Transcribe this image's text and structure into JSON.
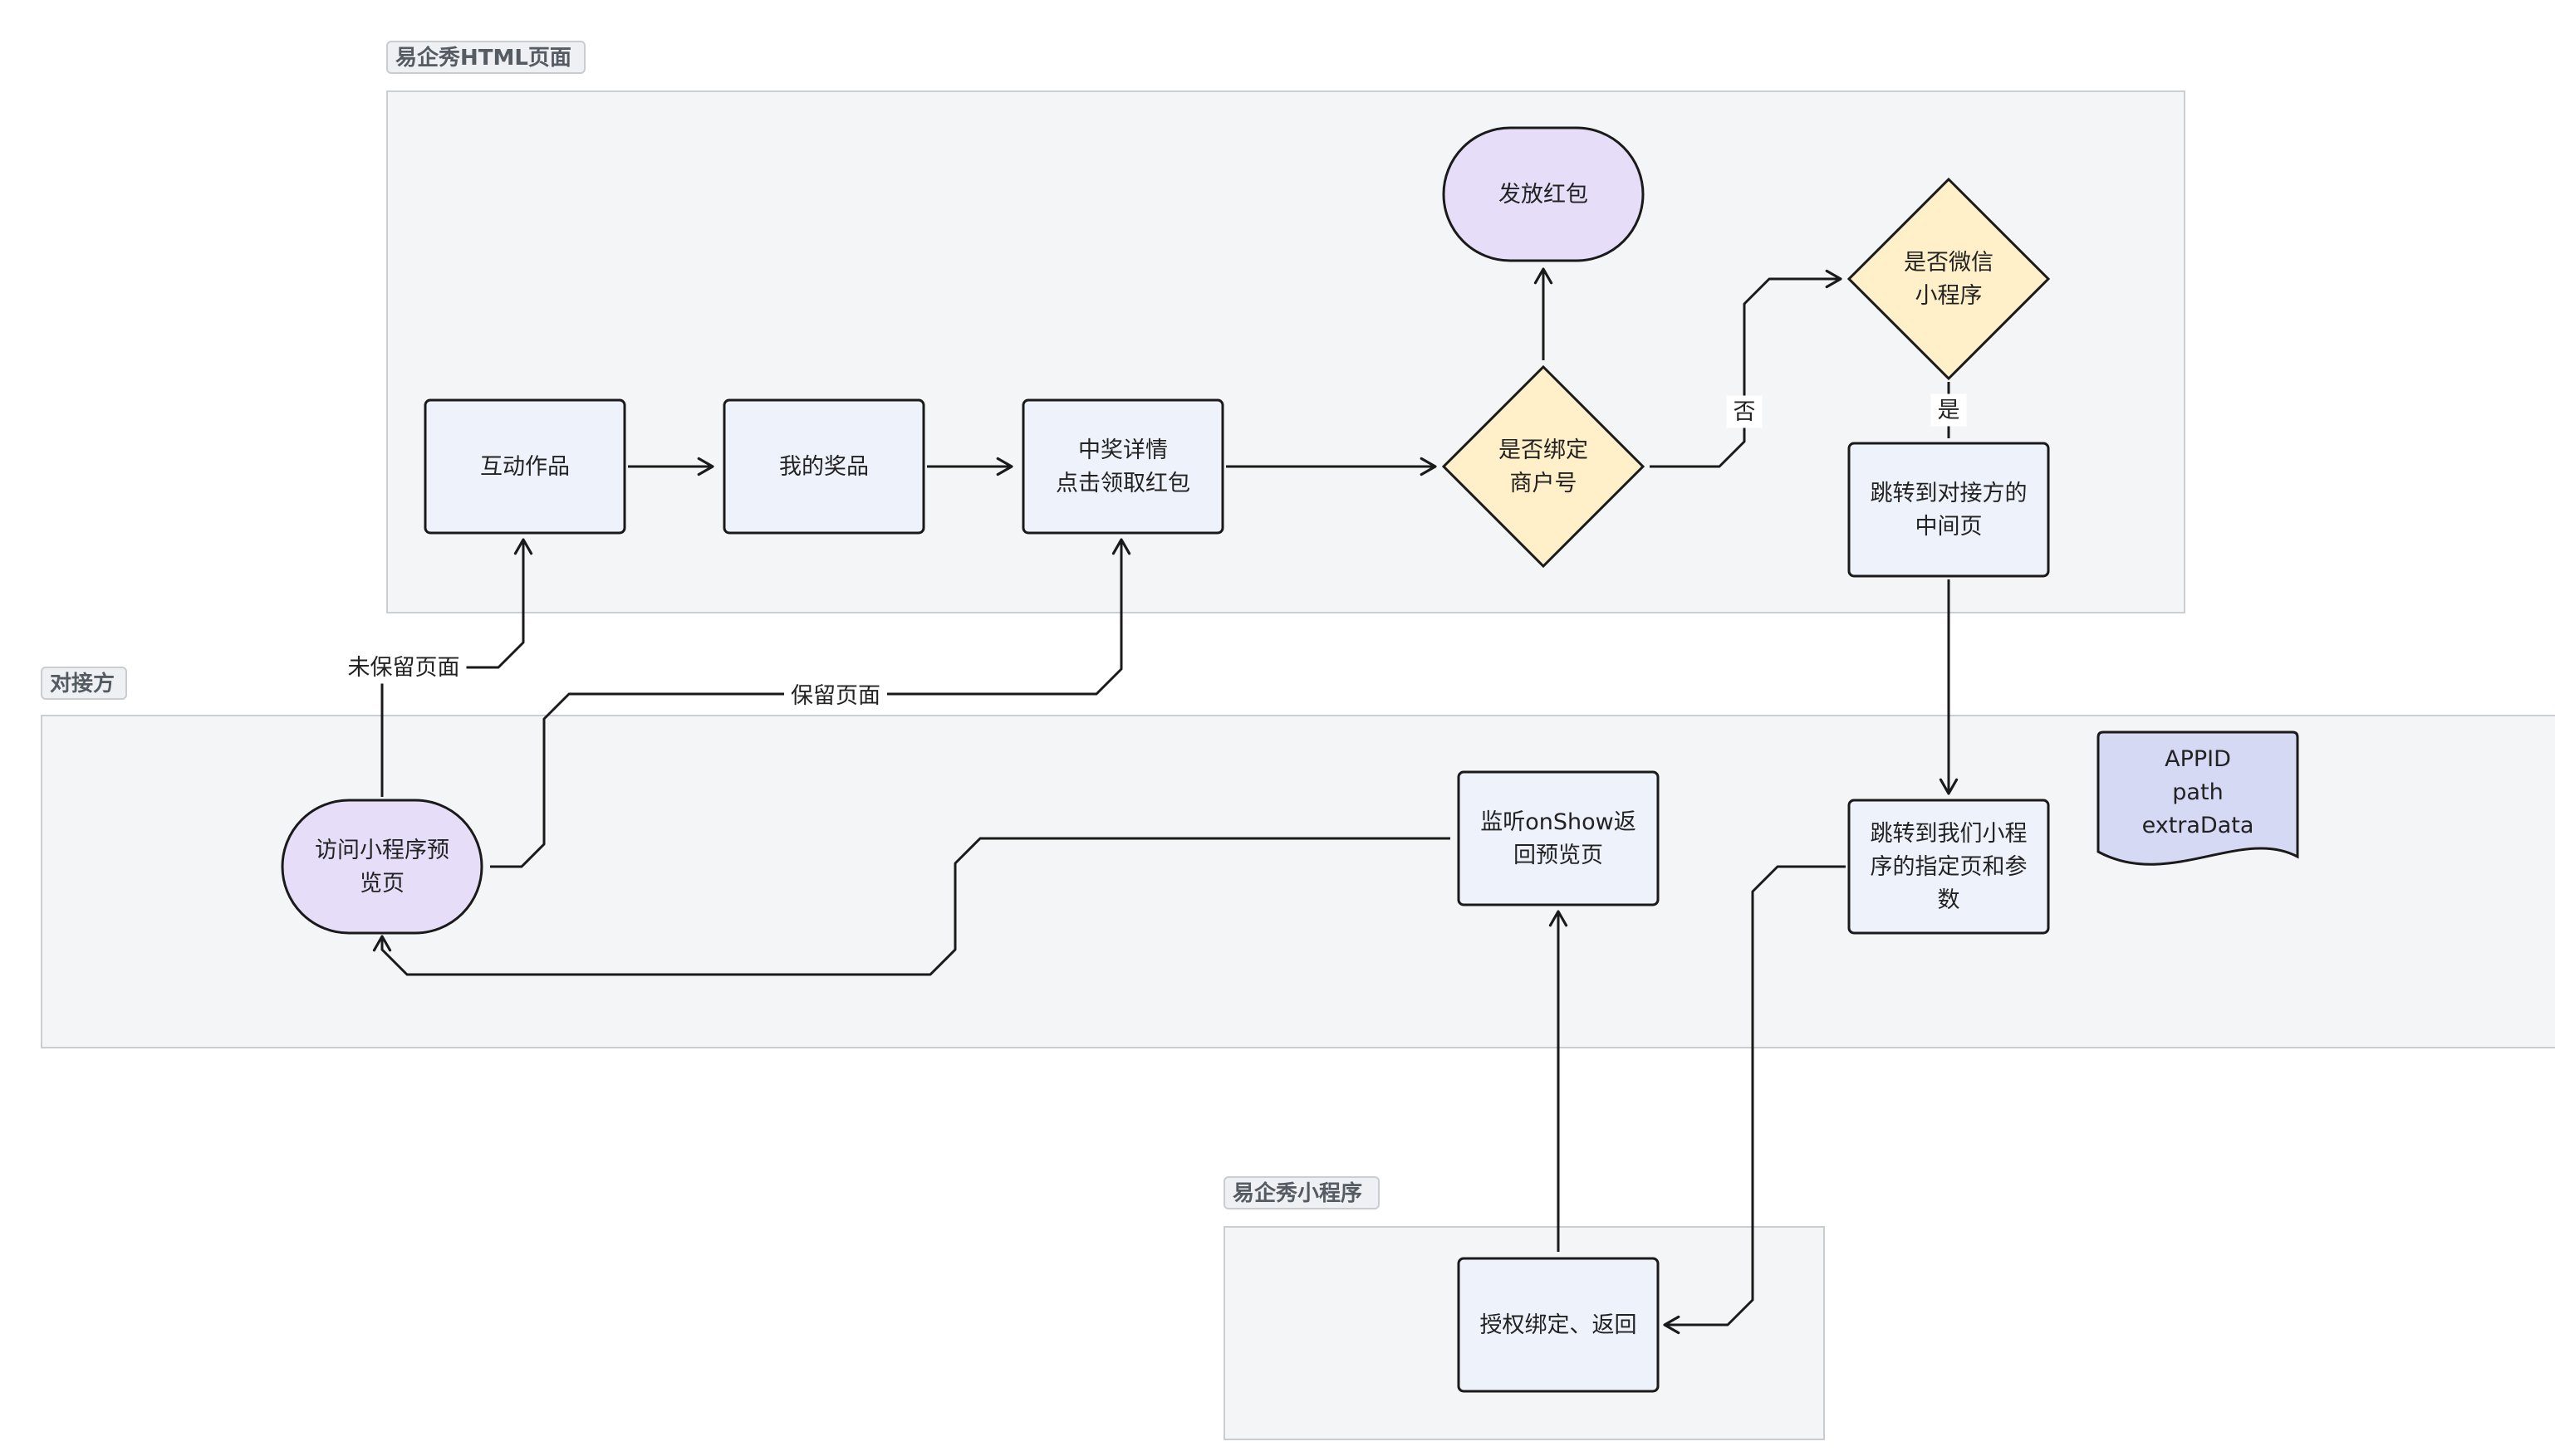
{
  "colors": {
    "lane_fill": "#f4f5f7",
    "lane_border": "#c9ccd1",
    "process_fill": "#eef2fb",
    "terminal_fill": "#e6def8",
    "decision_fill": "#fff0c9",
    "document_fill": "#d6d9f3",
    "stroke": "#1a1a1a"
  },
  "lanes": [
    {
      "id": "html",
      "label": "易企秀HTML页面"
    },
    {
      "id": "partner",
      "label": "对接方"
    },
    {
      "id": "mini",
      "label": "易企秀小程序"
    }
  ],
  "nodes": [
    {
      "id": "interactive-work",
      "shape": "process",
      "lines": [
        "互动作品"
      ]
    },
    {
      "id": "my-prizes",
      "shape": "process",
      "lines": [
        "我的奖品"
      ]
    },
    {
      "id": "prize-detail",
      "shape": "process",
      "lines": [
        "中奖详情",
        "点击领取红包"
      ]
    },
    {
      "id": "bound-merchant",
      "shape": "decision",
      "lines": [
        "是否绑定",
        "商户号"
      ]
    },
    {
      "id": "send-red-packet",
      "shape": "terminal",
      "lines": [
        "发放红包"
      ]
    },
    {
      "id": "is-wechat-mini",
      "shape": "decision",
      "lines": [
        "是否微信",
        "小程序"
      ]
    },
    {
      "id": "jump-middle-page",
      "shape": "process",
      "lines": [
        "跳转到对接方的",
        "中间页"
      ]
    },
    {
      "id": "visit-preview",
      "shape": "terminal",
      "lines": [
        "访问小程序预",
        "览页"
      ]
    },
    {
      "id": "listen-onshow",
      "shape": "process",
      "lines": [
        "监听onShow返",
        "回预览页"
      ]
    },
    {
      "id": "jump-our-mini",
      "shape": "process",
      "lines": [
        "跳转到我们小程",
        "序的指定页和参",
        "数"
      ]
    },
    {
      "id": "params-doc",
      "shape": "document",
      "lines": [
        "APPID",
        "path",
        "extraData"
      ]
    },
    {
      "id": "auth-bind-return",
      "shape": "process",
      "lines": [
        "授权绑定、返回"
      ]
    }
  ],
  "edges": [
    {
      "from": "interactive-work",
      "to": "my-prizes",
      "label": ""
    },
    {
      "from": "my-prizes",
      "to": "prize-detail",
      "label": ""
    },
    {
      "from": "prize-detail",
      "to": "bound-merchant",
      "label": ""
    },
    {
      "from": "bound-merchant",
      "to": "send-red-packet",
      "label": ""
    },
    {
      "from": "bound-merchant",
      "to": "is-wechat-mini",
      "label": "否"
    },
    {
      "from": "is-wechat-mini",
      "to": "jump-middle-page",
      "label": "是"
    },
    {
      "from": "jump-middle-page",
      "to": "jump-our-mini",
      "label": ""
    },
    {
      "from": "jump-our-mini",
      "to": "auth-bind-return",
      "label": ""
    },
    {
      "from": "auth-bind-return",
      "to": "listen-onshow",
      "label": ""
    },
    {
      "from": "listen-onshow",
      "to": "visit-preview",
      "label": ""
    },
    {
      "from": "visit-preview",
      "to": "interactive-work",
      "label": "未保留页面"
    },
    {
      "from": "visit-preview",
      "to": "prize-detail",
      "label": "保留页面"
    }
  ]
}
